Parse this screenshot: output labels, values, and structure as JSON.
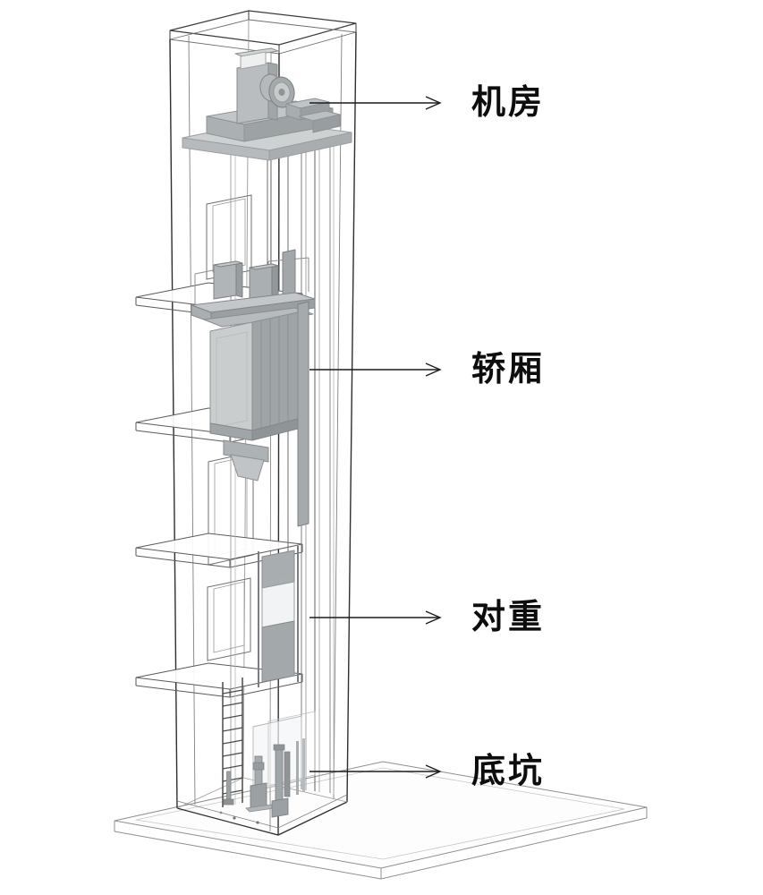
{
  "page": {
    "background": "#ffffff"
  },
  "diagram": {
    "kind": "elevator-shaft-3d-wireframe",
    "labels": [
      {
        "id": "machine-room",
        "text": "机房"
      },
      {
        "id": "car",
        "text": "轿厢"
      },
      {
        "id": "counterweight",
        "text": "对重"
      },
      {
        "id": "pit",
        "text": "底坑"
      }
    ],
    "colors": {
      "ink": "#1a1a1a",
      "wire_dark": "#3a3a3a",
      "wire_light": "#8f8f8f",
      "metal_light": "#c9cdce",
      "metal_mid": "#aab0b3",
      "metal_dark": "#9aa0a3"
    }
  }
}
